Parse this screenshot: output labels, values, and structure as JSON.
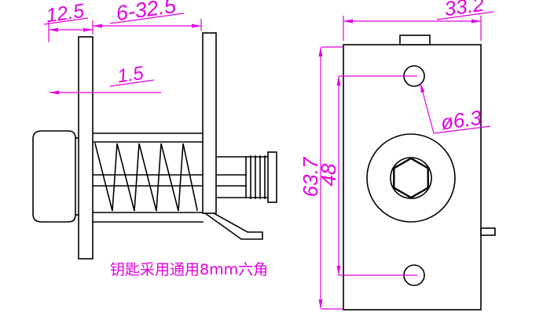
{
  "views": {
    "side": {
      "dim_12_5": "12.5",
      "dim_6_32_5": "6-32.5",
      "dim_1_5": "1.5",
      "note": "钥匙采用通用8mm六角"
    },
    "front": {
      "dim_33_2": "33.2",
      "dim_63_7": "63.7",
      "dim_48": "48",
      "dim_dia": "ø6.3"
    }
  },
  "colors": {
    "dimension_lines": "#e100e1",
    "drawing_lines": "#000000"
  }
}
